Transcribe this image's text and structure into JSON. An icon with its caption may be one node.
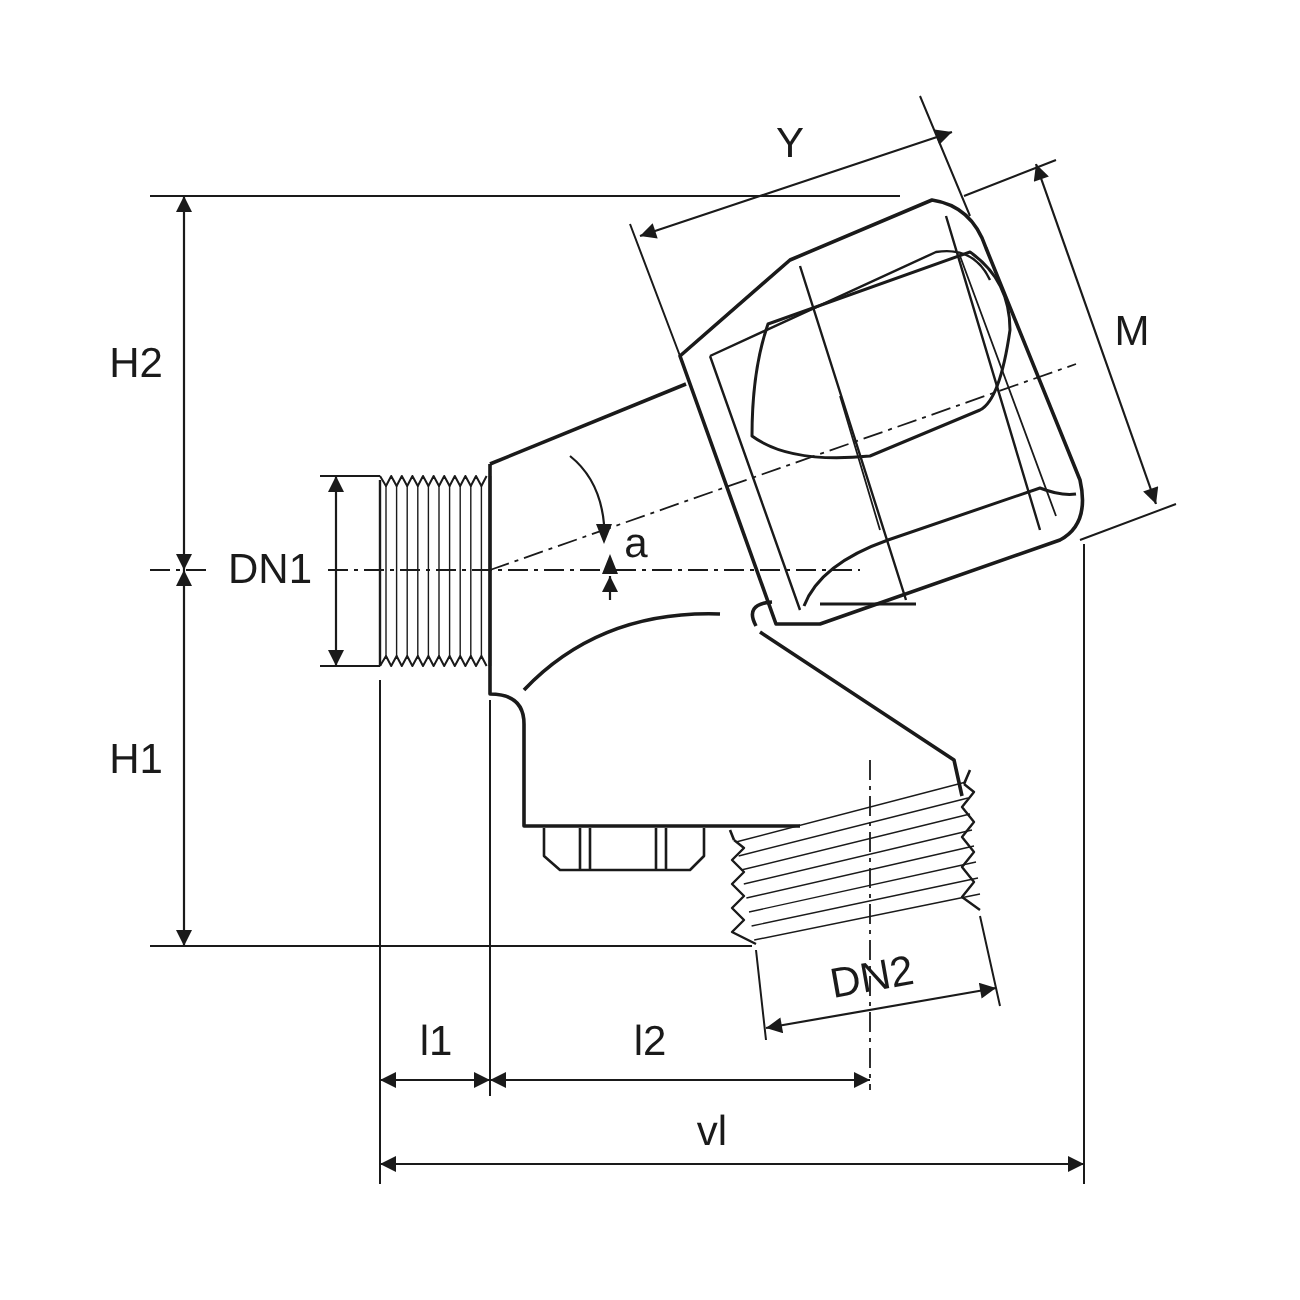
{
  "diagram": {
    "labels": [
      "Y",
      "M",
      "H2",
      "DN1",
      "a",
      "H1",
      "DN2",
      "l1",
      "l2",
      "vl"
    ]
  }
}
